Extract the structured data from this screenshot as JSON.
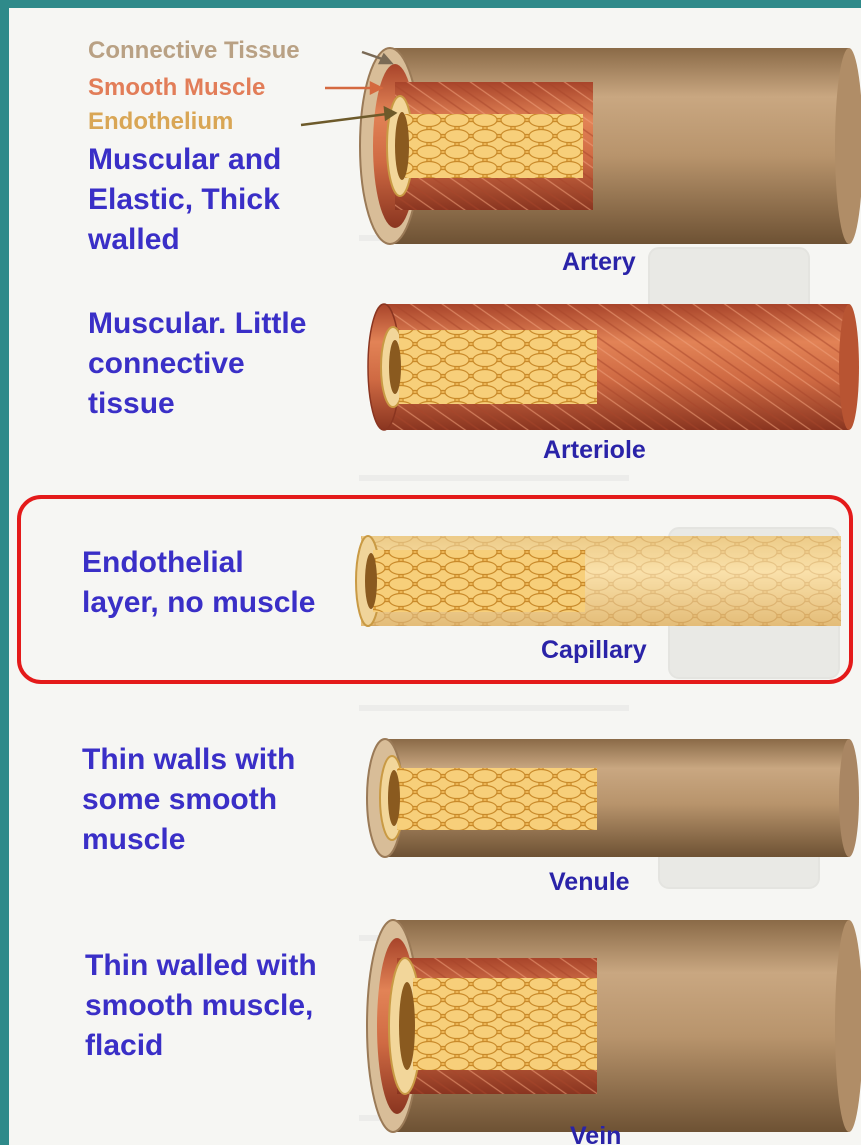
{
  "layers": {
    "connective_tissue": "Connective Tissue",
    "smooth_muscle": "Smooth Muscle",
    "endothelium": "Endothelium"
  },
  "vessels": [
    {
      "name": "Artery",
      "description": "Muscular and\nElastic, Thick\nwalled"
    },
    {
      "name": "Arteriole",
      "description": "Muscular. Little\nconnective\ntissue"
    },
    {
      "name": "Capillary",
      "description": "Endothelial\nlayer, no muscle"
    },
    {
      "name": "Venule",
      "description": "Thin walls with\nsome smooth\nmuscle"
    },
    {
      "name": "Vein",
      "description": "Thin walled with\nsmooth muscle,\nflacid"
    }
  ],
  "colors": {
    "label_text": "#3a2fc7",
    "connective_tissue": "#c4a27e",
    "smooth_muscle": "#d4693f",
    "endothelium": "#e6b44a",
    "highlight": "#e41a1a",
    "frame": "#2f8a8a"
  },
  "highlighted_vessel": "Capillary"
}
